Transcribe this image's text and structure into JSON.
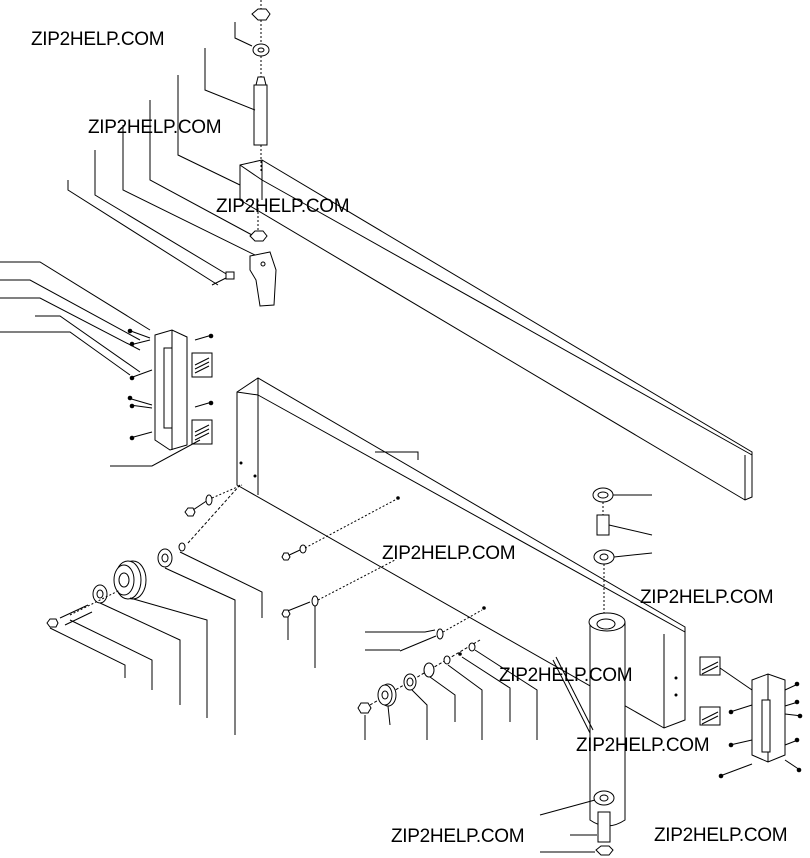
{
  "diagram": {
    "watermarks": [
      {
        "text": "ZIP2HELP.COM"
      },
      {
        "text": "ZIP2HELP.COM"
      },
      {
        "text": "ZIP2HELP.COM"
      },
      {
        "text": "ZIP2HELP.COM"
      },
      {
        "text": "ZIP2HELP.COM"
      },
      {
        "text": "ZIP2HELP.COM"
      },
      {
        "text": "ZIP2HELP.COM"
      },
      {
        "text": "ZIP2HELP.COM"
      },
      {
        "text": "ZIP2HELP.COM"
      }
    ]
  }
}
